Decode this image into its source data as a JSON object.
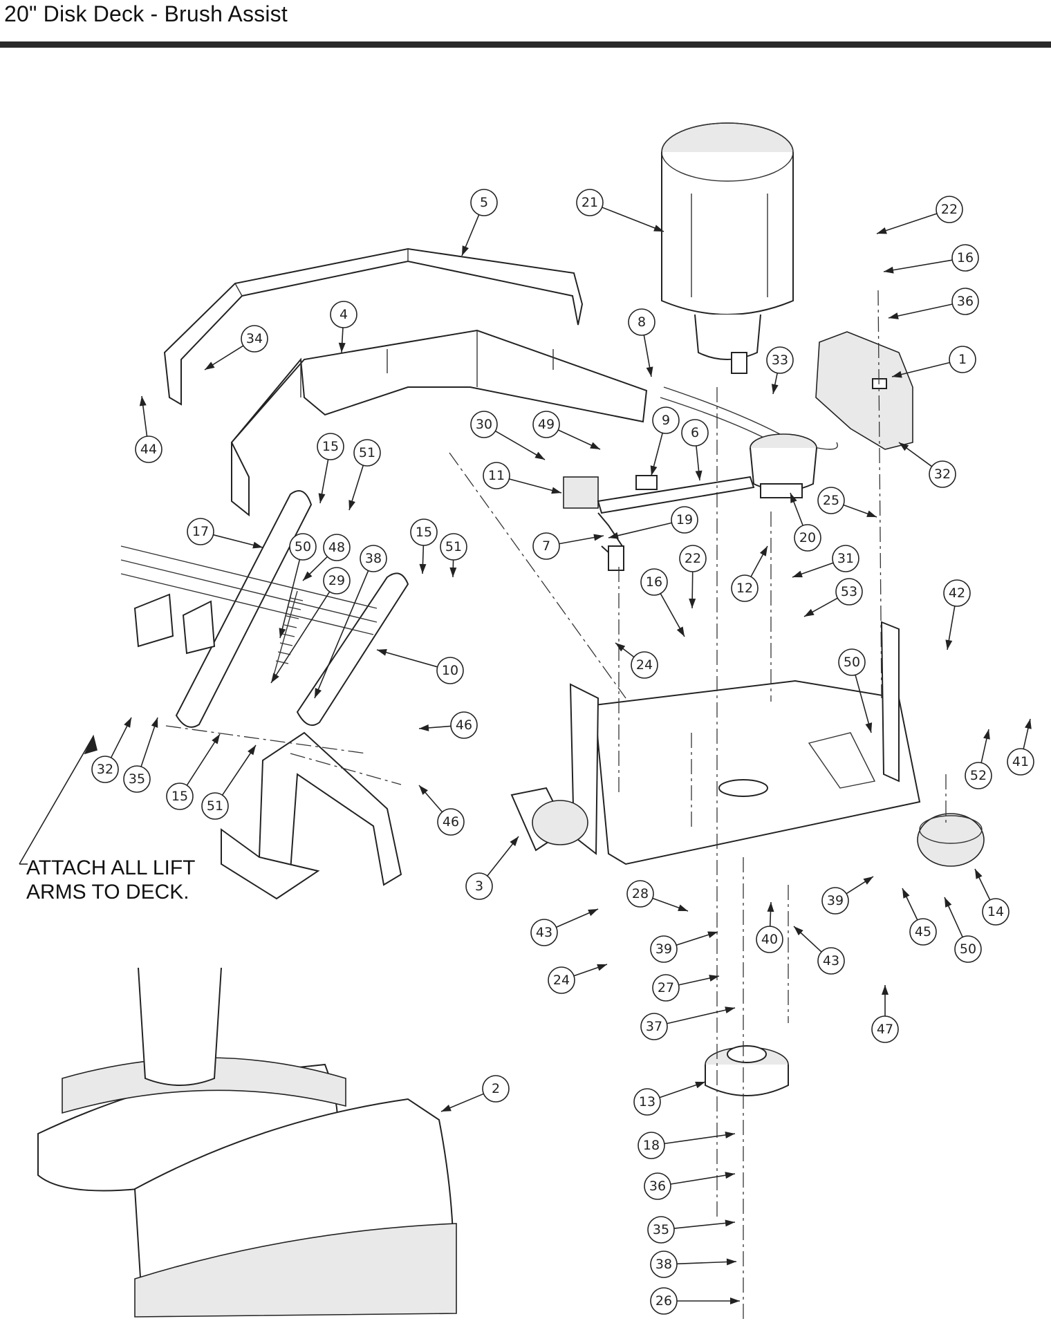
{
  "header": {
    "title": "20\" Disk Deck - Brush Assist"
  },
  "callouts": [
    {
      "id": "c5",
      "label": "5"
    },
    {
      "id": "c21",
      "label": "21"
    },
    {
      "id": "c22a",
      "label": "22"
    },
    {
      "id": "c16a",
      "label": "16"
    },
    {
      "id": "c36a",
      "label": "36"
    },
    {
      "id": "c4",
      "label": "4"
    },
    {
      "id": "c34",
      "label": "34"
    },
    {
      "id": "c8",
      "label": "8"
    },
    {
      "id": "c33",
      "label": "33"
    },
    {
      "id": "c1",
      "label": "1"
    },
    {
      "id": "c44",
      "label": "44"
    },
    {
      "id": "c30",
      "label": "30"
    },
    {
      "id": "c49",
      "label": "49"
    },
    {
      "id": "c9",
      "label": "9"
    },
    {
      "id": "c6",
      "label": "6"
    },
    {
      "id": "c32a",
      "label": "32"
    },
    {
      "id": "c15a",
      "label": "15"
    },
    {
      "id": "c51a",
      "label": "51"
    },
    {
      "id": "c11",
      "label": "11"
    },
    {
      "id": "c25",
      "label": "25"
    },
    {
      "id": "c19",
      "label": "19"
    },
    {
      "id": "c20",
      "label": "20"
    },
    {
      "id": "c17",
      "label": "17"
    },
    {
      "id": "c15b",
      "label": "15"
    },
    {
      "id": "c51b",
      "label": "51"
    },
    {
      "id": "c7",
      "label": "7"
    },
    {
      "id": "c50a",
      "label": "50"
    },
    {
      "id": "c48",
      "label": "48"
    },
    {
      "id": "c38a",
      "label": "38"
    },
    {
      "id": "c22b",
      "label": "22"
    },
    {
      "id": "c31",
      "label": "31"
    },
    {
      "id": "c29",
      "label": "29"
    },
    {
      "id": "c16b",
      "label": "16"
    },
    {
      "id": "c12",
      "label": "12"
    },
    {
      "id": "c53",
      "label": "53"
    },
    {
      "id": "c42",
      "label": "42"
    },
    {
      "id": "c10",
      "label": "10"
    },
    {
      "id": "c24a",
      "label": "24"
    },
    {
      "id": "c50b",
      "label": "50"
    },
    {
      "id": "c46a",
      "label": "46"
    },
    {
      "id": "c52",
      "label": "52"
    },
    {
      "id": "c41",
      "label": "41"
    },
    {
      "id": "c32b",
      "label": "32"
    },
    {
      "id": "c35a",
      "label": "35"
    },
    {
      "id": "c15c",
      "label": "15"
    },
    {
      "id": "c51c",
      "label": "51"
    },
    {
      "id": "c46b",
      "label": "46"
    },
    {
      "id": "c3",
      "label": "3"
    },
    {
      "id": "c28",
      "label": "28"
    },
    {
      "id": "c39a",
      "label": "39"
    },
    {
      "id": "c14",
      "label": "14"
    },
    {
      "id": "c43a",
      "label": "43"
    },
    {
      "id": "c39b",
      "label": "39"
    },
    {
      "id": "c40",
      "label": "40"
    },
    {
      "id": "c43b",
      "label": "43"
    },
    {
      "id": "c45",
      "label": "45"
    },
    {
      "id": "c50c",
      "label": "50"
    },
    {
      "id": "c24b",
      "label": "24"
    },
    {
      "id": "c27",
      "label": "27"
    },
    {
      "id": "c47",
      "label": "47"
    },
    {
      "id": "c37",
      "label": "37"
    },
    {
      "id": "c2",
      "label": "2"
    },
    {
      "id": "c13",
      "label": "13"
    },
    {
      "id": "c18",
      "label": "18"
    },
    {
      "id": "c36b",
      "label": "36"
    },
    {
      "id": "c35b",
      "label": "35"
    },
    {
      "id": "c38b",
      "label": "38"
    },
    {
      "id": "c26",
      "label": "26"
    }
  ],
  "note": {
    "line1": "ATTACH ALL LIFT",
    "line2": "ARMS TO DECK."
  }
}
